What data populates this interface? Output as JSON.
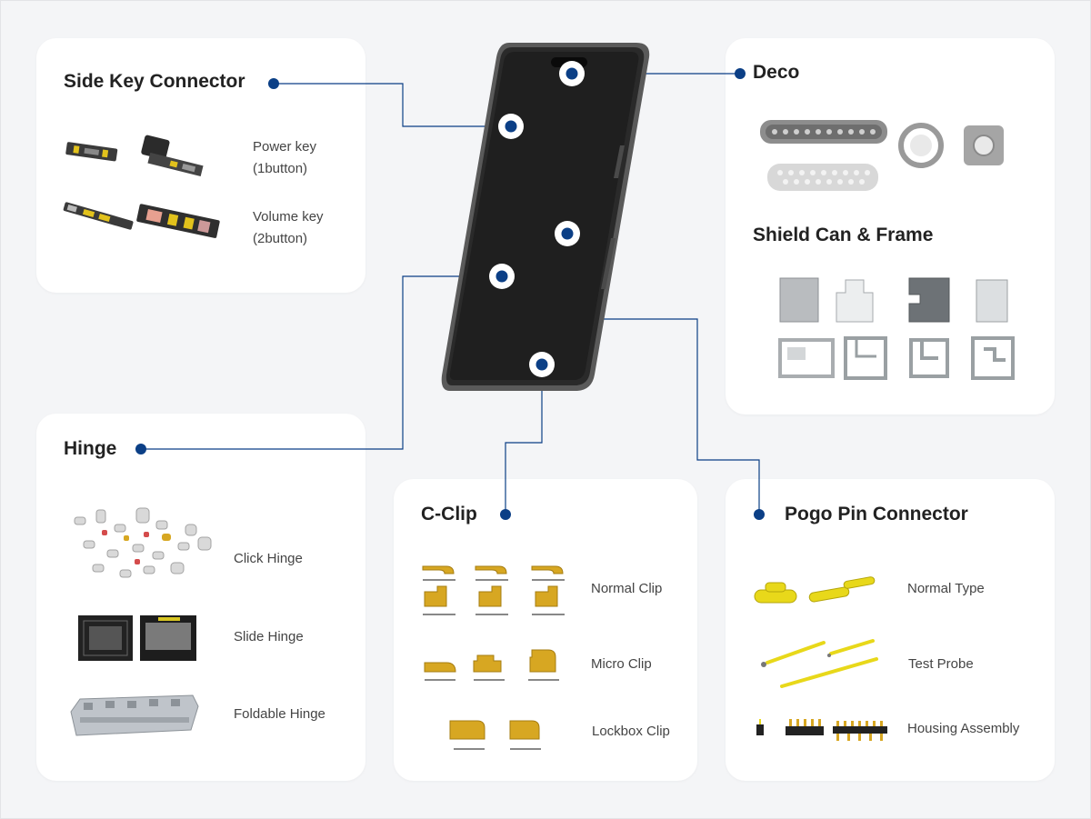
{
  "colors": {
    "accent": "#0b3f86",
    "card_bg": "#ffffff",
    "page_bg": "#f4f5f7",
    "phone_body": "#555555",
    "phone_screen": "#222222",
    "gold": "#d7a722",
    "pin_yellow": "#e8d81a"
  },
  "side_key": {
    "title": "Side Key Connector",
    "items": [
      {
        "label": "Power key\n(1button)",
        "line1": "Power key",
        "line2": "(1button)"
      },
      {
        "label": "Volume key\n(2button)",
        "line1": "Volume key",
        "line2": "(2button)"
      }
    ]
  },
  "deco": {
    "title": "Deco",
    "subtitle": "Shield Can & Frame"
  },
  "hinge": {
    "title": "Hinge",
    "items": [
      {
        "label": "Click Hinge"
      },
      {
        "label": "Slide Hinge"
      },
      {
        "label": "Foldable Hinge"
      }
    ]
  },
  "cclip": {
    "title": "C-Clip",
    "items": [
      {
        "label": "Normal Clip"
      },
      {
        "label": "Micro Clip"
      },
      {
        "label": "Lockbox Clip"
      }
    ]
  },
  "pogo": {
    "title": "Pogo Pin Connector",
    "items": [
      {
        "label": "Normal Type"
      },
      {
        "label": "Test Probe"
      },
      {
        "label": "Housing Assembly"
      }
    ]
  }
}
